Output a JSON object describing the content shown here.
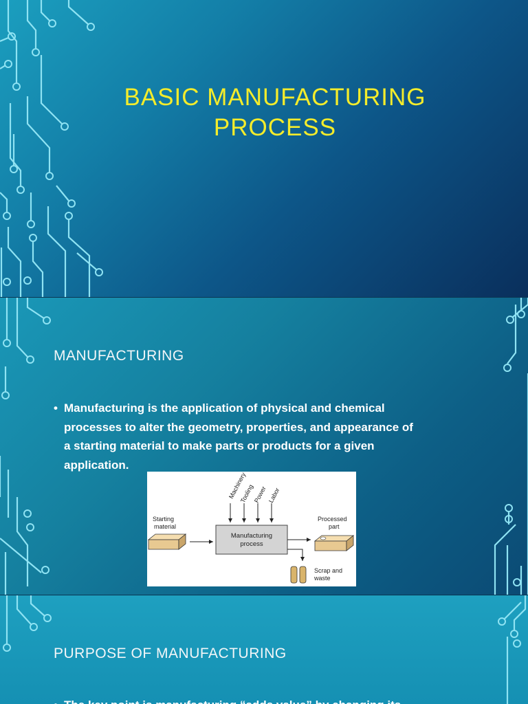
{
  "slide1": {
    "title_line1": "BASIC MANUFACTURING",
    "title_line2": "PROCESS"
  },
  "slide2": {
    "heading": "MANUFACTURING",
    "bullet_symbol": "•",
    "bullet_lines": [
      "Manufacturing is the application of physical and chemical",
      "processes to alter the geometry, properties, and appearance of",
      "a starting material to make parts or products for a given",
      "application."
    ],
    "figure": {
      "inputs": [
        "Machinery",
        "Tooling",
        "Power",
        "Labor"
      ],
      "starting_label_line1": "Starting",
      "starting_label_line2": "material",
      "process_label_line1": "Manufacturing",
      "process_label_line2": "process",
      "output_label_line1": "Processed",
      "output_label_line2": "part",
      "scrap_label_line1": "Scrap and",
      "scrap_label_line2": "waste"
    }
  },
  "slide3": {
    "heading": "PURPOSE OF MANUFACTURING",
    "bullet_symbol": "•",
    "bullet_text": "The key point is manufacturing “adds value” by changing its"
  },
  "colors": {
    "title": "#f4ec2b",
    "text": "#ffffff",
    "circuit": "#8fe3f3"
  }
}
